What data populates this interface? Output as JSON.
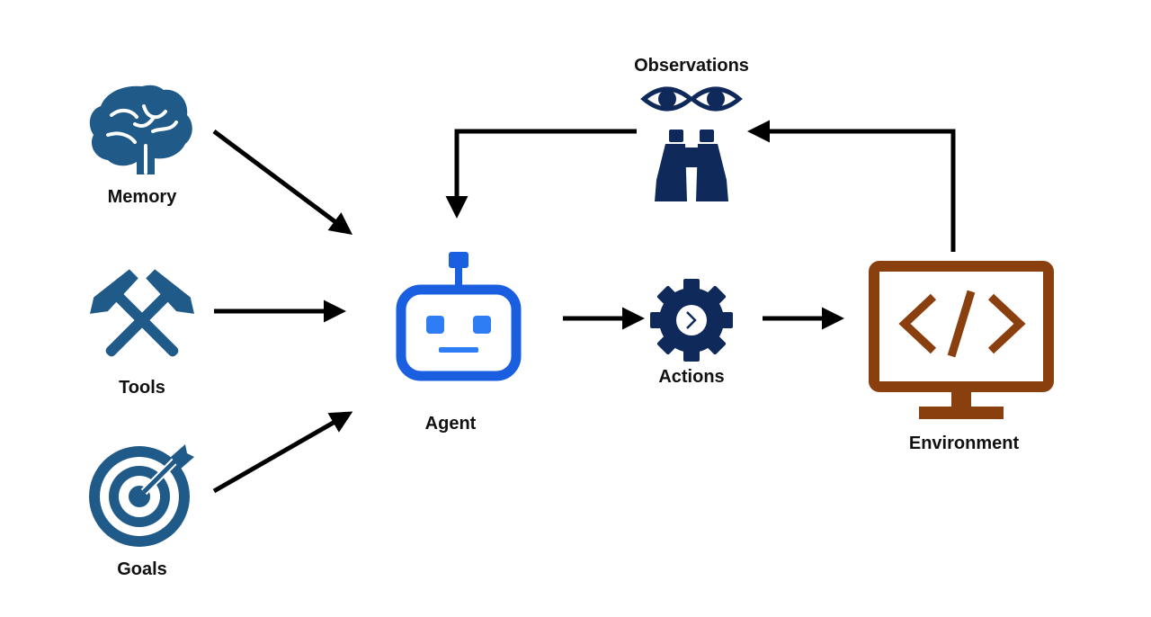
{
  "colors": {
    "memory_tools_goals": "#1f5a88",
    "agent": "#1a5fe0",
    "agent_light": "#2e7df5",
    "actions": "#0f2a5a",
    "observations": "#0f2a5a",
    "environment": "#8a3f0f",
    "arrow": "#000000"
  },
  "nodes": {
    "memory": {
      "label": "Memory",
      "icon": "brain-icon"
    },
    "tools": {
      "label": "Tools",
      "icon": "hammers-icon"
    },
    "goals": {
      "label": "Goals",
      "icon": "target-icon"
    },
    "agent": {
      "label": "Agent",
      "icon": "robot-icon"
    },
    "actions": {
      "label": "Actions",
      "icon": "gear-icon"
    },
    "environment": {
      "label": "Environment",
      "icon": "code-monitor-icon"
    },
    "observations": {
      "label": "Observations",
      "icon": "eyes-binoculars-icon"
    }
  },
  "edges": [
    {
      "from": "memory",
      "to": "agent"
    },
    {
      "from": "tools",
      "to": "agent"
    },
    {
      "from": "goals",
      "to": "agent"
    },
    {
      "from": "agent",
      "to": "actions"
    },
    {
      "from": "actions",
      "to": "environment"
    },
    {
      "from": "environment",
      "to": "observations"
    },
    {
      "from": "observations",
      "to": "agent"
    }
  ]
}
